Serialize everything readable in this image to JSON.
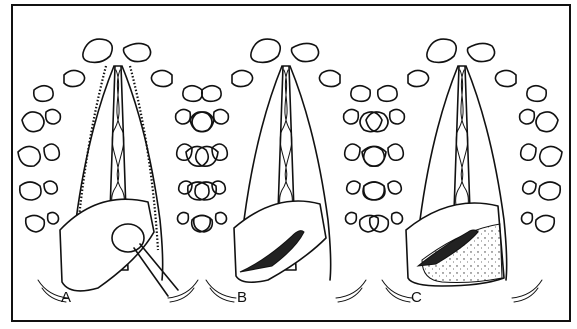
{
  "figure": {
    "panels": [
      {
        "label": "A",
        "variant": "dressing-with-ball"
      },
      {
        "label": "B",
        "variant": "partial-fill"
      },
      {
        "label": "C",
        "variant": "full-fill"
      }
    ]
  }
}
